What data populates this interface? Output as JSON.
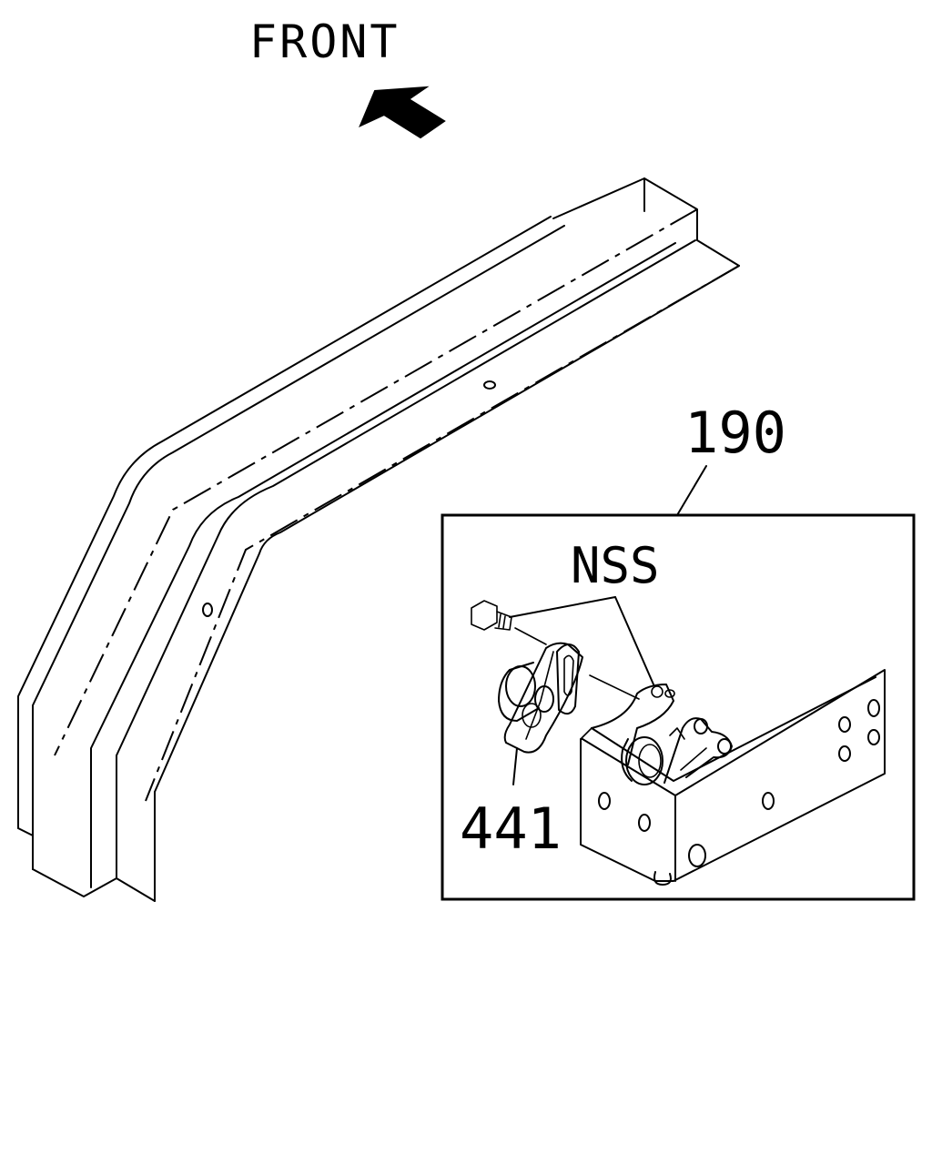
{
  "labels": {
    "front": "FRONT",
    "part_190": "190",
    "nss": "NSS",
    "part_441": "441"
  },
  "colors": {
    "ink": "#000000",
    "paper": "#ffffff"
  }
}
